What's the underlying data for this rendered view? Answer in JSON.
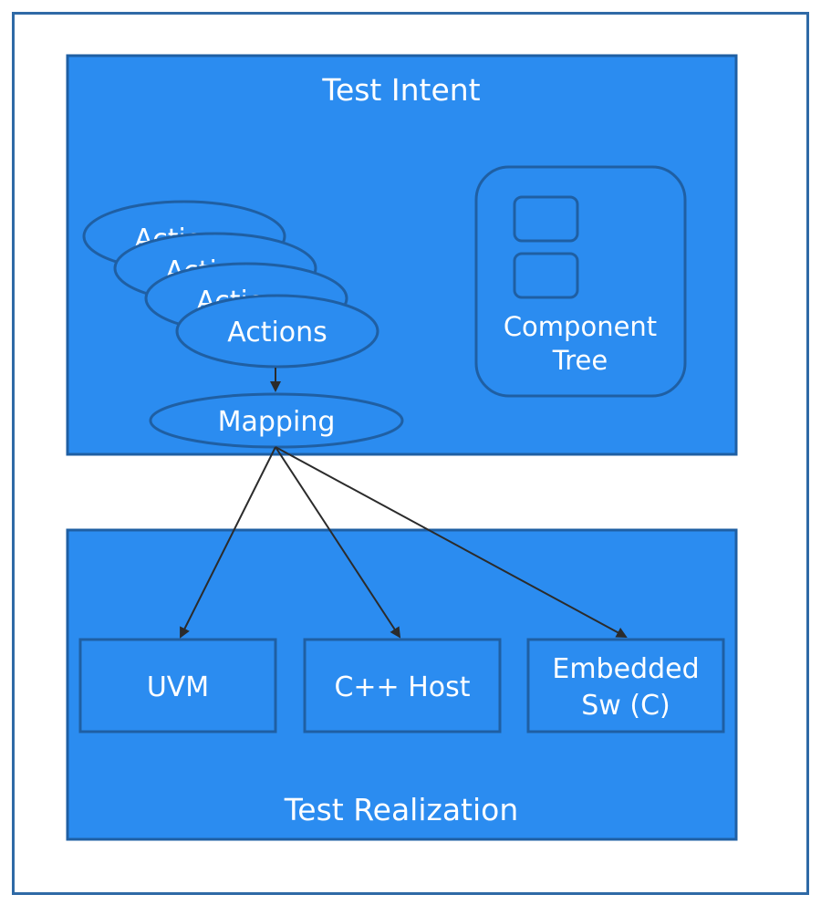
{
  "intent": {
    "title": "Test Intent",
    "actions_stack": [
      "Actions",
      "Actions",
      "Actions",
      "Actions"
    ],
    "mapping_label": "Mapping",
    "component_tree": {
      "line1": "Component",
      "line2": "Tree"
    }
  },
  "realization": {
    "title": "Test Realization",
    "targets": [
      {
        "line1": "UVM",
        "line2": ""
      },
      {
        "line1": "C++ Host",
        "line2": ""
      },
      {
        "line1": "Embedded",
        "line2": "Sw (C)"
      }
    ]
  },
  "colors": {
    "fill": "#2b8cf0",
    "stroke": "#1f5fa3",
    "arrow": "#333333",
    "frame": "#2f6aa6"
  }
}
